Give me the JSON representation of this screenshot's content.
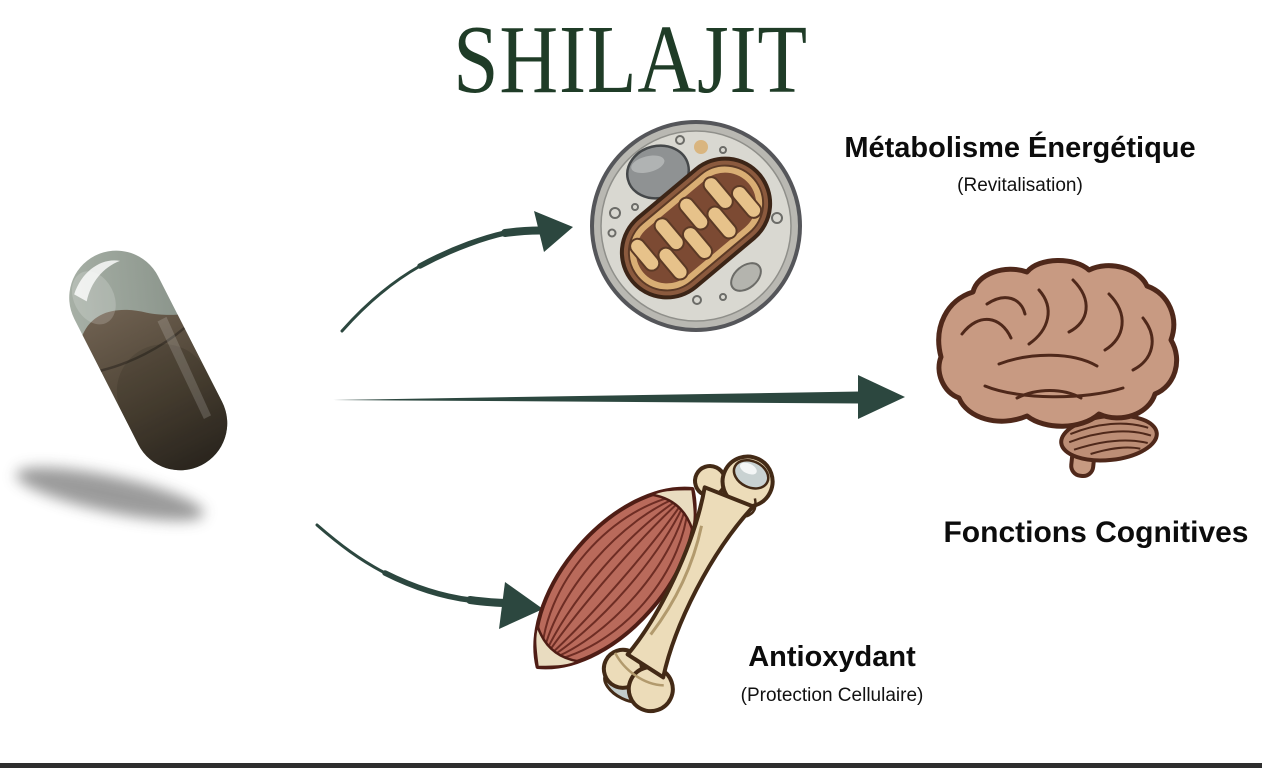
{
  "title": "SHILAJIT",
  "source": {
    "name": "shilajit-capsule",
    "description": "Dark resin capsule with translucent cap"
  },
  "benefits": [
    {
      "id": "metabolisme",
      "label": "Métabolisme Énergétique",
      "sublabel": "(Revitalisation)",
      "illustration": "cell-mitochondria"
    },
    {
      "id": "cognitives",
      "label": "Fonctions Cognitives",
      "sublabel": "",
      "illustration": "brain"
    },
    {
      "id": "antioxydant",
      "label": "Antioxydant",
      "sublabel": "(Protection Cellulaire)",
      "illustration": "muscle-bone"
    }
  ],
  "colors": {
    "background": "#ffffff",
    "title_green": "#1f3c27",
    "arrow_teal": "#2c473f",
    "label_black": "#0c0c0c",
    "cell_body": "#d9d8d1",
    "cell_membrane": "#55565a",
    "nucleus_gray": "#8f9293",
    "mitochondria_brown": "#8b5a3e",
    "cristae_tan": "#e7c28a",
    "brain_tan": "#c89a82",
    "brain_outline": "#4f281a",
    "muscle_red": "#b96a5b",
    "bone_beige": "#ecdcb9",
    "bottom_bar": "#2e2e2e"
  }
}
